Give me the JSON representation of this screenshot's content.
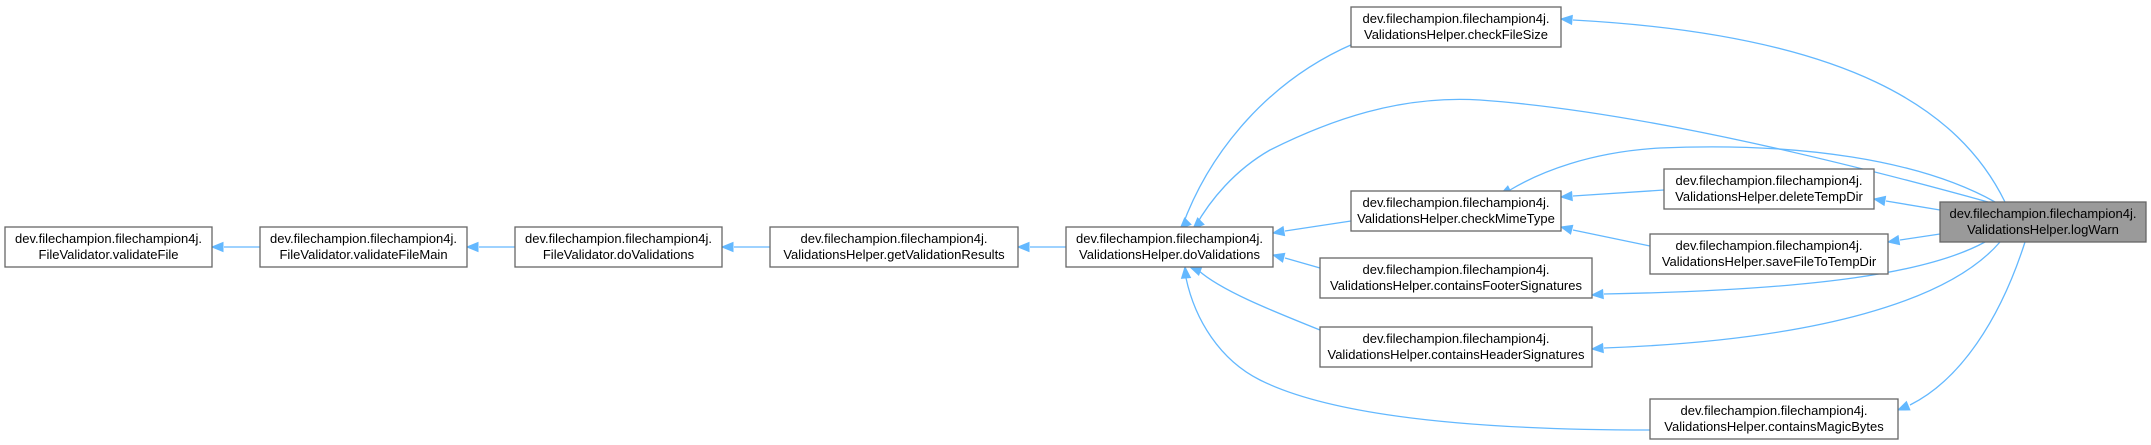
{
  "graph": {
    "nodes": [
      {
        "id": "validateFile",
        "line1": "dev.filechampion.filechampion4j.",
        "line2": "FileValidator.validateFile"
      },
      {
        "id": "validateFileMain",
        "line1": "dev.filechampion.filechampion4j.",
        "line2": "FileValidator.validateFileMain"
      },
      {
        "id": "fvDoValidations",
        "line1": "dev.filechampion.filechampion4j.",
        "line2": "FileValidator.doValidations"
      },
      {
        "id": "getValidationResults",
        "line1": "dev.filechampion.filechampion4j.",
        "line2": "ValidationsHelper.getValidationResults"
      },
      {
        "id": "vhDoValidations",
        "line1": "dev.filechampion.filechampion4j.",
        "line2": "ValidationsHelper.doValidations"
      },
      {
        "id": "checkFileSize",
        "line1": "dev.filechampion.filechampion4j.",
        "line2": "ValidationsHelper.checkFileSize"
      },
      {
        "id": "checkMimeType",
        "line1": "dev.filechampion.filechampion4j.",
        "line2": "ValidationsHelper.checkMimeType"
      },
      {
        "id": "containsFooterSignatures",
        "line1": "dev.filechampion.filechampion4j.",
        "line2": "ValidationsHelper.containsFooterSignatures"
      },
      {
        "id": "containsHeaderSignatures",
        "line1": "dev.filechampion.filechampion4j.",
        "line2": "ValidationsHelper.containsHeaderSignatures"
      },
      {
        "id": "deleteTempDir",
        "line1": "dev.filechampion.filechampion4j.",
        "line2": "ValidationsHelper.deleteTempDir"
      },
      {
        "id": "saveFileToTempDir",
        "line1": "dev.filechampion.filechampion4j.",
        "line2": "ValidationsHelper.saveFileToTempDir"
      },
      {
        "id": "containsMagicBytes",
        "line1": "dev.filechampion.filechampion4j.",
        "line2": "ValidationsHelper.containsMagicBytes"
      },
      {
        "id": "logWarn",
        "line1": "dev.filechampion.filechampion4j.",
        "line2": "ValidationsHelper.logWarn",
        "focus": true
      }
    ],
    "edges": [
      {
        "from": "validateFileMain",
        "to": "validateFile"
      },
      {
        "from": "fvDoValidations",
        "to": "validateFileMain"
      },
      {
        "from": "getValidationResults",
        "to": "fvDoValidations"
      },
      {
        "from": "vhDoValidations",
        "to": "getValidationResults"
      },
      {
        "from": "checkFileSize",
        "to": "vhDoValidations"
      },
      {
        "from": "logWarn",
        "to": "vhDoValidations"
      },
      {
        "from": "checkMimeType",
        "to": "vhDoValidations"
      },
      {
        "from": "containsFooterSignatures",
        "to": "vhDoValidations"
      },
      {
        "from": "containsHeaderSignatures",
        "to": "vhDoValidations"
      },
      {
        "from": "containsMagicBytes",
        "to": "vhDoValidations"
      },
      {
        "from": "logWarn",
        "to": "checkFileSize"
      },
      {
        "from": "logWarn",
        "to": "checkMimeType"
      },
      {
        "from": "deleteTempDir",
        "to": "checkMimeType"
      },
      {
        "from": "saveFileToTempDir",
        "to": "checkMimeType"
      },
      {
        "from": "logWarn",
        "to": "deleteTempDir"
      },
      {
        "from": "logWarn",
        "to": "saveFileToTempDir"
      },
      {
        "from": "logWarn",
        "to": "containsFooterSignatures"
      },
      {
        "from": "logWarn",
        "to": "containsHeaderSignatures"
      },
      {
        "from": "logWarn",
        "to": "containsMagicBytes"
      }
    ],
    "colors": {
      "edge": "#63b8ff",
      "node_border": "#666666",
      "focus_fill": "#9a9a9a",
      "node_fill": "#ffffff"
    }
  }
}
